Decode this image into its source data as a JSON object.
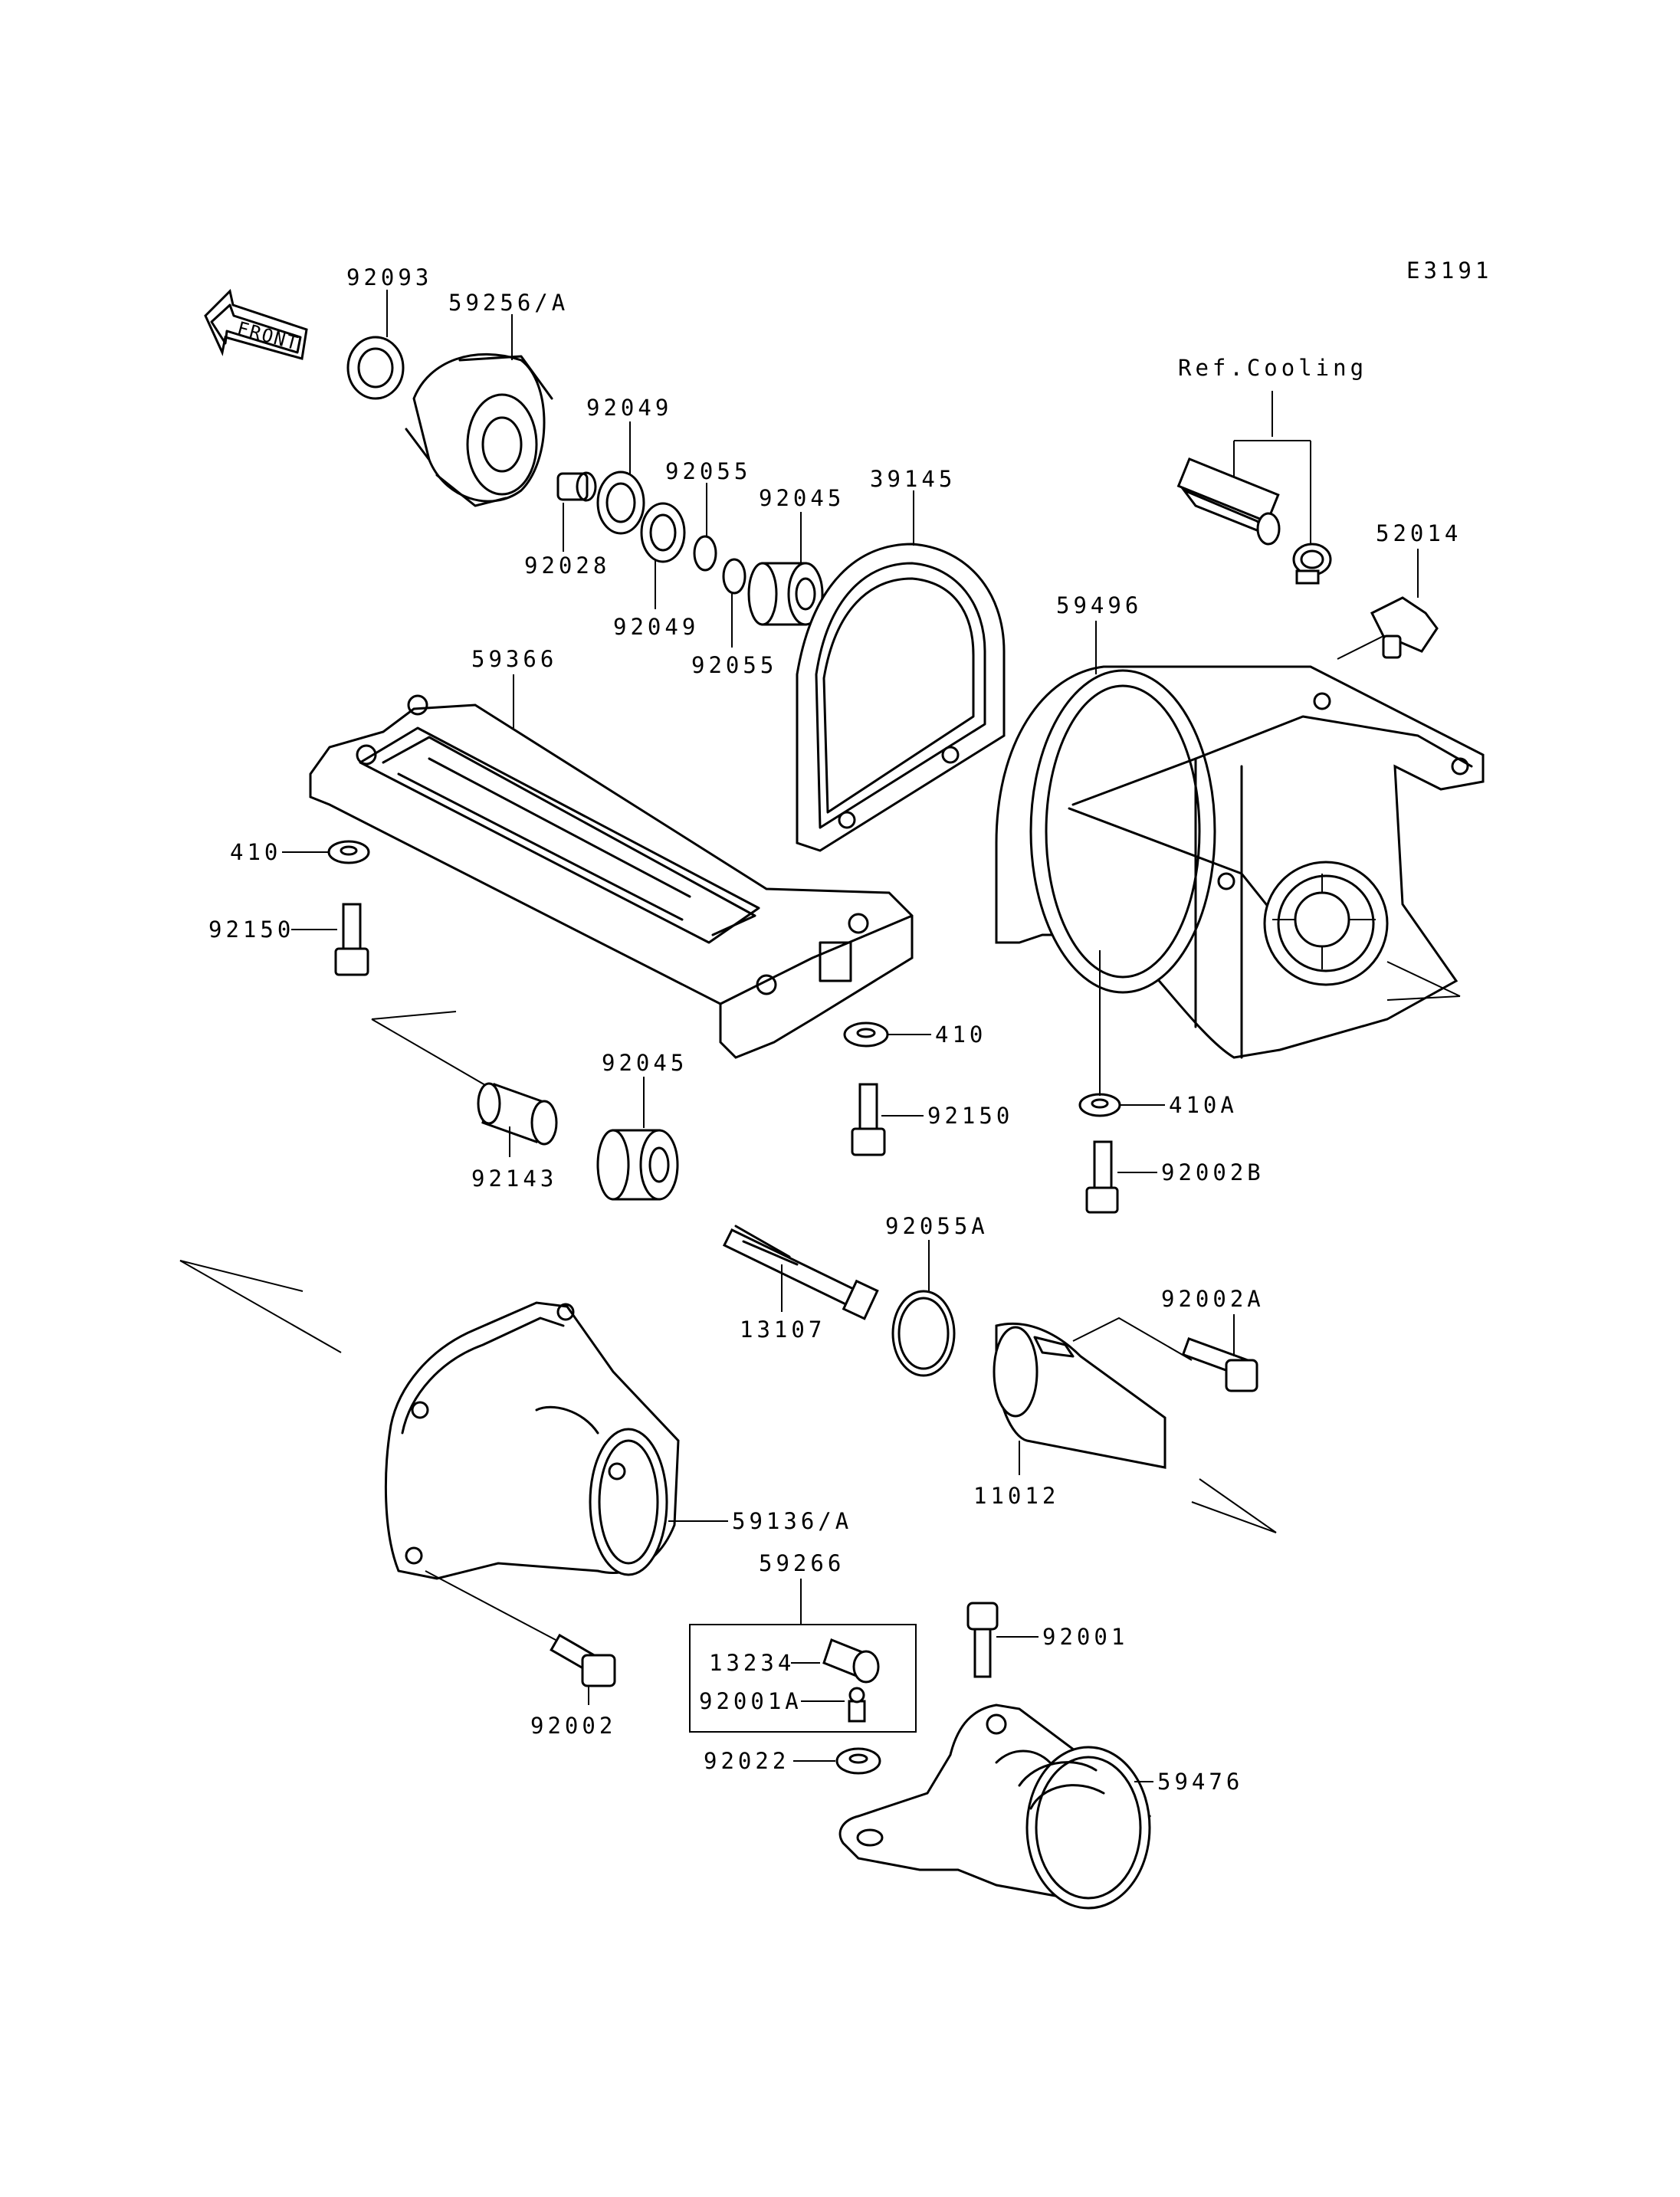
{
  "diagram": {
    "code": "E3191",
    "front_label": "FRONT",
    "ref_cooling": "Ref.Cooling",
    "callouts": {
      "p92093": "92093",
      "p59256": "59256/A",
      "p92049a": "92049",
      "p92028": "92028",
      "p92049b": "92049",
      "p92055a": "92055",
      "p92055b": "92055",
      "p92045a": "92045",
      "p39145": "39145",
      "p52014": "52014",
      "p59496": "59496",
      "p59366": "59366",
      "p410a": "410",
      "p92150a": "92150",
      "p410b": "410",
      "p92150b": "92150",
      "p410A": "410A",
      "p92002B": "92002B",
      "p92045b": "92045",
      "p92143": "92143",
      "p92055A": "92055A",
      "p13107": "13107",
      "p92002A": "92002A",
      "p11012": "11012",
      "p59136": "59136/A",
      "p59266": "59266",
      "p13234": "13234",
      "p92001A": "92001A",
      "p92001": "92001",
      "p92002": "92002",
      "p92022": "92022",
      "p59476": "59476"
    }
  }
}
